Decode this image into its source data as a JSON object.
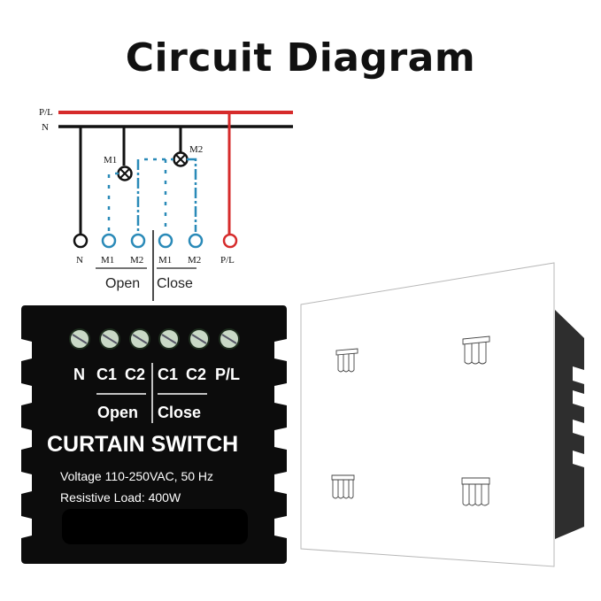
{
  "title": "Circuit Diagram",
  "wiring": {
    "bus_labels": [
      "P/L",
      "N"
    ],
    "motor_labels": [
      "M1",
      "M2"
    ],
    "terminal_labels": [
      "N",
      "M1",
      "M2",
      "M1",
      "M2",
      "P/L"
    ],
    "group_labels": [
      "Open",
      "Close"
    ],
    "colors": {
      "live": "#d62b2b",
      "neutral": "#111111",
      "motor": "#2a8ab8"
    }
  },
  "module": {
    "terminal_labels": [
      "N",
      "C1",
      "C2",
      "C1",
      "C2",
      "P/L"
    ],
    "group_labels": [
      "Open",
      "Close"
    ],
    "name": "CURTAIN SWITCH",
    "spec_voltage": "Voltage 110-250VAC, 50 Hz",
    "spec_load": "Resistive Load: 400W"
  },
  "panel": {
    "button_count": 4,
    "button_icon": "curtain-icon"
  }
}
